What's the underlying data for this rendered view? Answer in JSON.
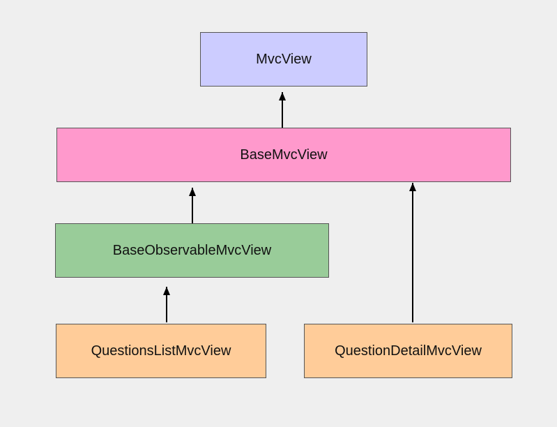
{
  "nodes": {
    "mvc_view": {
      "label": "MvcView",
      "color": "#ccccff"
    },
    "base_mvc_view": {
      "label": "BaseMvcView",
      "color": "#ff99cc"
    },
    "base_observable_mvc_view": {
      "label": "BaseObservableMvcView",
      "color": "#99cc99"
    },
    "questions_list_mvc_view": {
      "label": "QuestionsListMvcView",
      "color": "#ffcc99"
    },
    "question_detail_mvc_view": {
      "label": "QuestionDetailMvcView",
      "color": "#ffcc99"
    }
  },
  "edges": [
    {
      "from": "base_mvc_view",
      "to": "mvc_view"
    },
    {
      "from": "base_observable_mvc_view",
      "to": "base_mvc_view"
    },
    {
      "from": "questions_list_mvc_view",
      "to": "base_observable_mvc_view"
    },
    {
      "from": "question_detail_mvc_view",
      "to": "base_mvc_view"
    }
  ]
}
